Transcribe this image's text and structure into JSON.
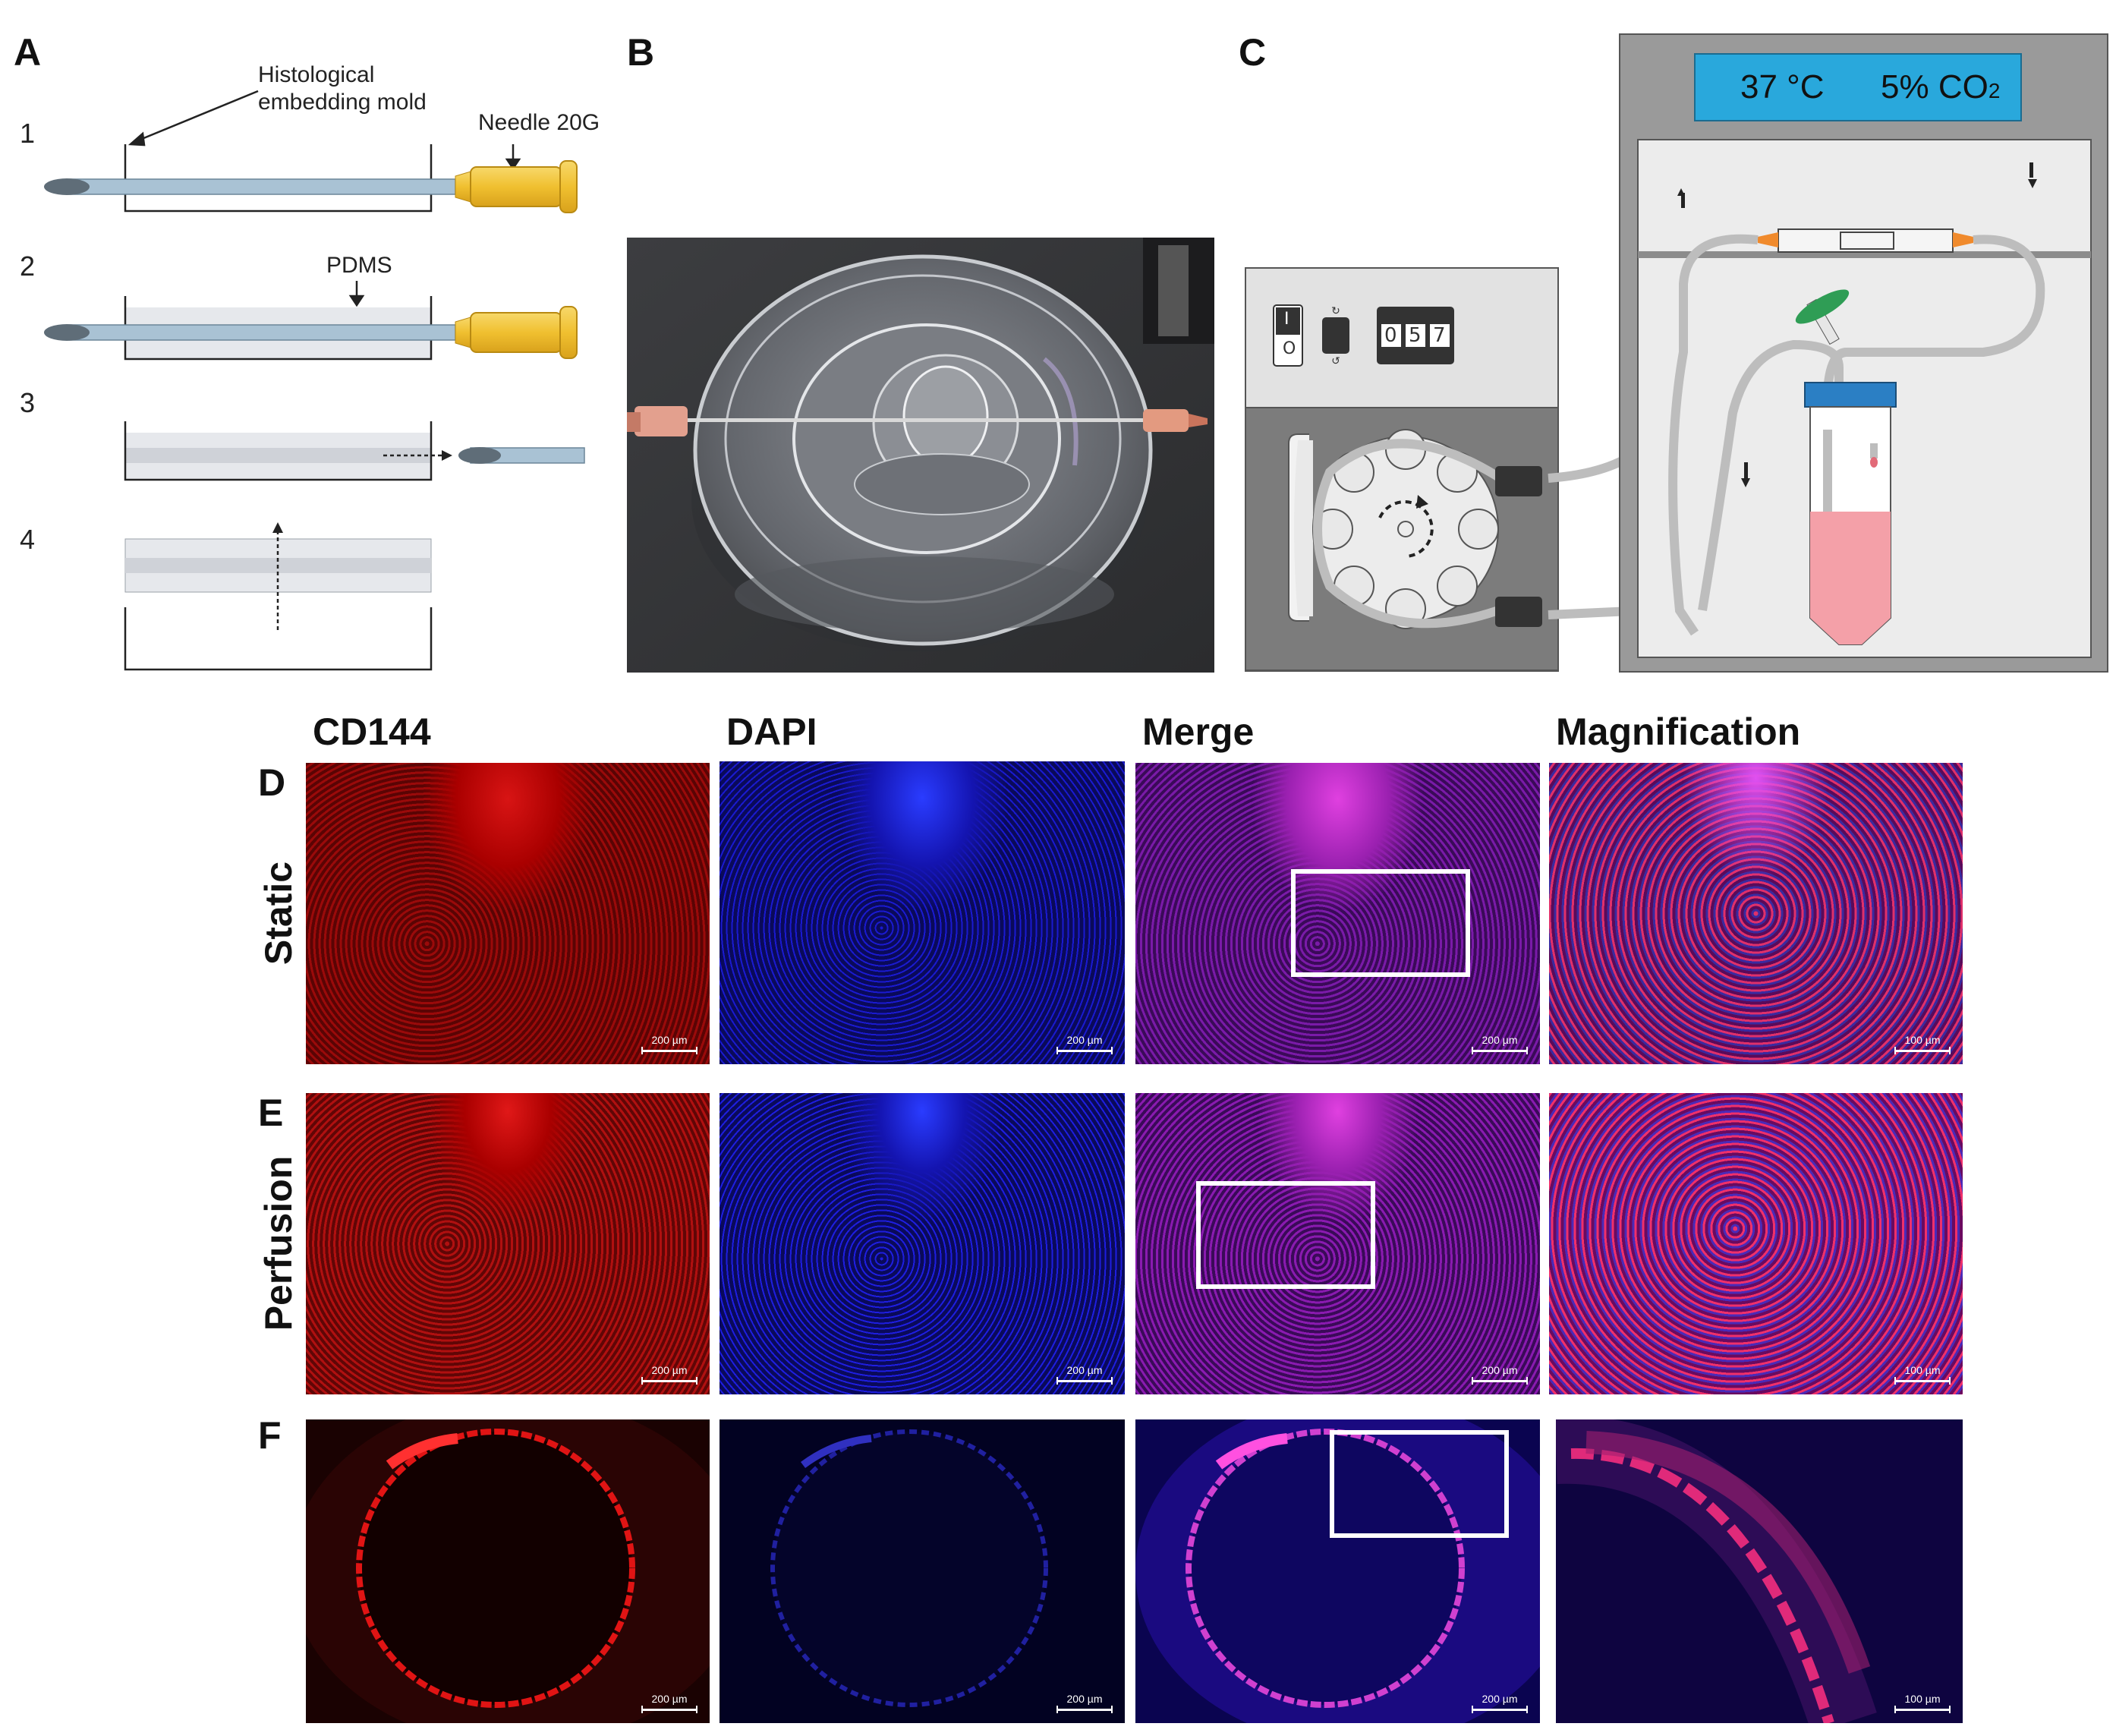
{
  "panels": {
    "a": "A",
    "b": "B",
    "c": "C",
    "d": "D",
    "e": "E",
    "f": "F"
  },
  "panel_a": {
    "steps": [
      "1",
      "2",
      "3",
      "4"
    ],
    "mold_label_line1": "Histological",
    "mold_label_line2": "embedding mold",
    "needle_label": "Needle 20G",
    "pdms_label": "PDMS"
  },
  "panel_c": {
    "temperature": "37 °C",
    "co2": "5% CO",
    "co2_sub": "2",
    "switch_on": "I",
    "switch_off": "O",
    "counter_digits": [
      "0",
      "5",
      "7"
    ]
  },
  "micrographs": {
    "column_headers": [
      "CD144",
      "DAPI",
      "Merge",
      "Magnification"
    ],
    "row_headers": [
      "Static",
      "Perfusion"
    ],
    "scale_200": "200 µm",
    "scale_100": "100 µm"
  },
  "colors": {
    "cd144": "#d01010",
    "dapi": "#1a1ae0",
    "merge": "#8a1fb0",
    "incubator_display": "#29a8dc",
    "needle_hub": "#f0c030",
    "medium": "#f4a0a8"
  }
}
